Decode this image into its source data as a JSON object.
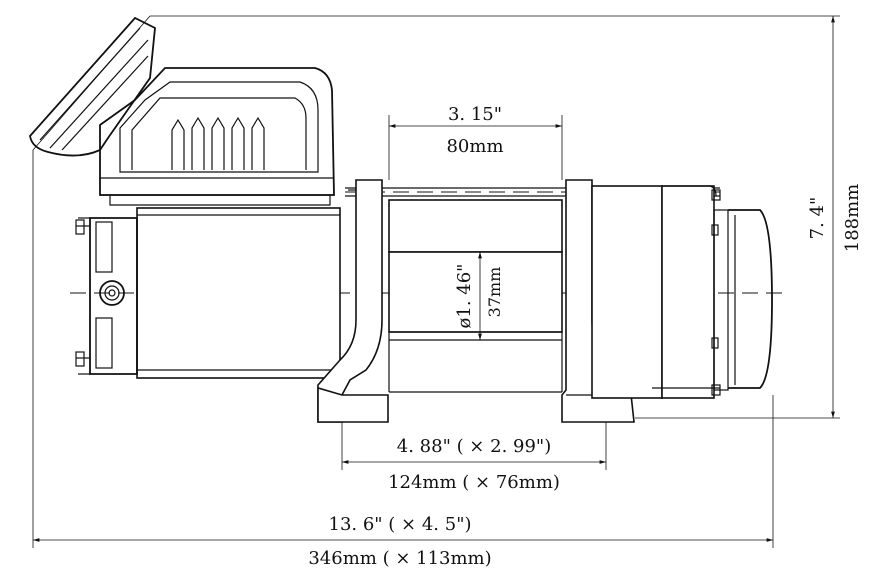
{
  "dimensions": {
    "drum_width_in": "3. 15\"",
    "drum_width_mm": "80mm",
    "drum_diameter_in": "ø1. 46\"",
    "drum_diameter_mm": "37mm",
    "foot_spacing_in": "4. 88\" ( × 2. 99\")",
    "foot_spacing_mm": "124mm ( × 76mm)",
    "overall_length_in": "13. 6\" ( × 4. 5\")",
    "overall_length_mm": "346mm ( × 113mm)",
    "overall_height_in": "7. 4\"",
    "overall_height_mm": "188mm"
  }
}
